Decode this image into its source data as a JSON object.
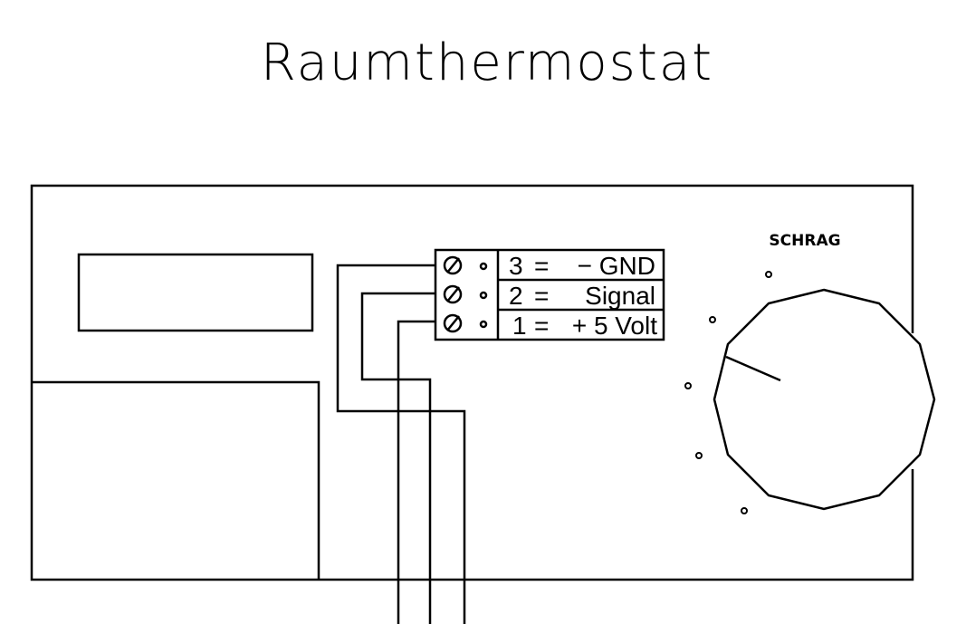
{
  "title": "Raumthermostat",
  "terminals": [
    {
      "number": "3",
      "eq": "=",
      "label": "− GND"
    },
    {
      "number": "2",
      "eq": "=",
      "label": "Signal"
    },
    {
      "number": "1",
      "eq": "=",
      "label": "+ 5 Volt"
    }
  ],
  "dial": {
    "label": "SCHRAG"
  },
  "colors": {
    "line": "#000000",
    "background": "#ffffff"
  }
}
